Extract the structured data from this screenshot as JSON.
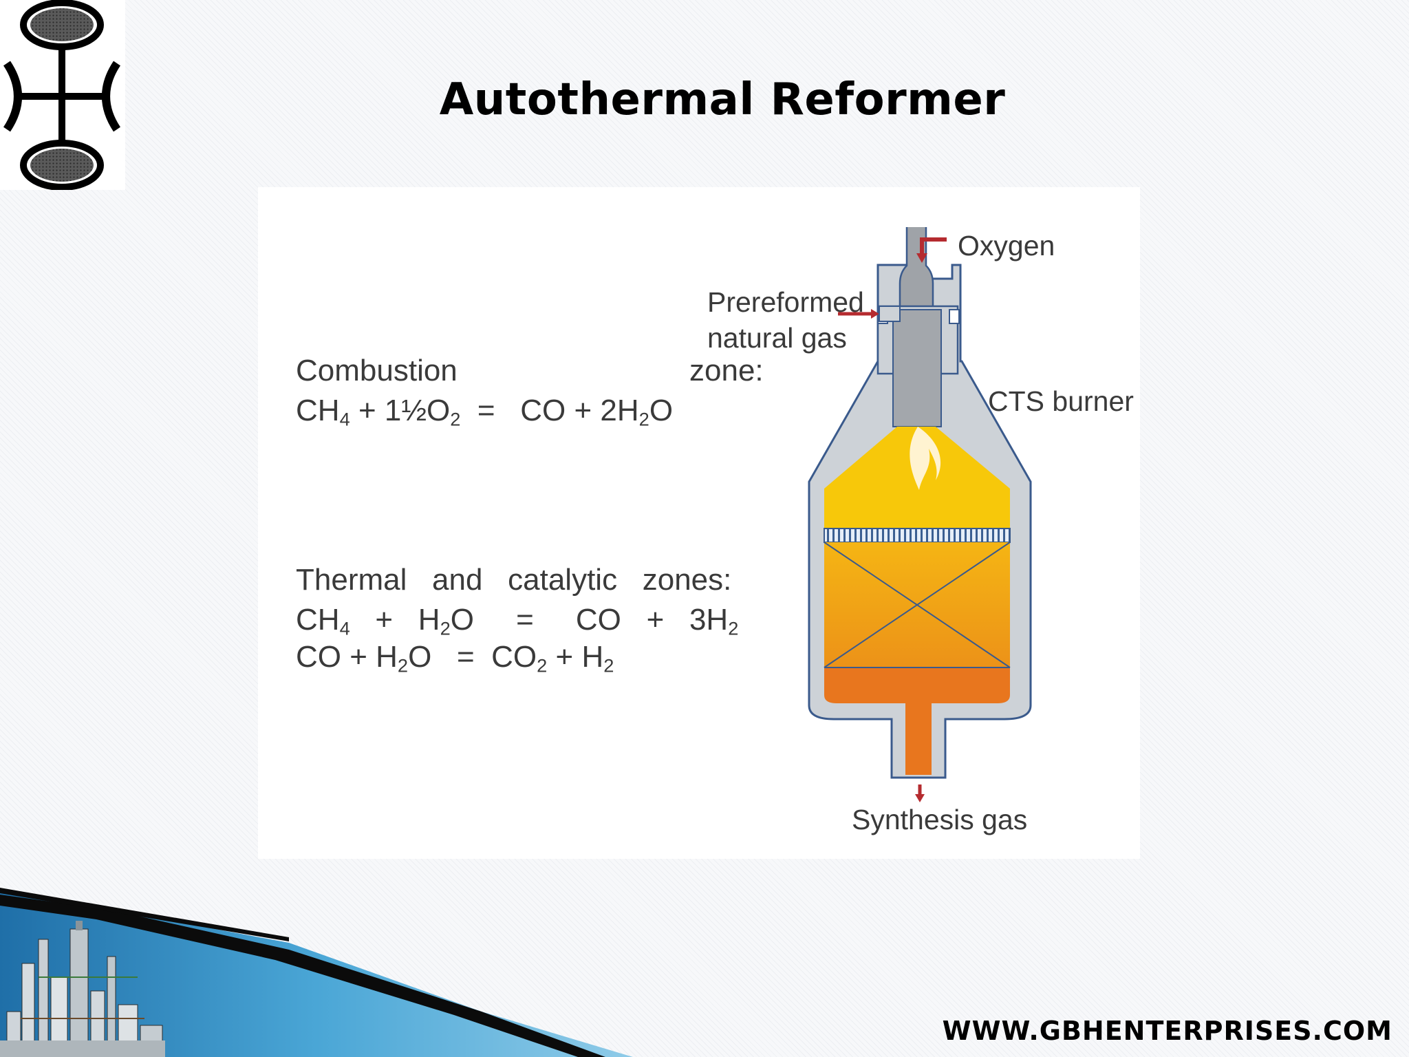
{
  "slide": {
    "title": "Autothermal Reformer",
    "footer_url": "WWW.GBHENTERPRISES.COM"
  },
  "equations": {
    "combustion_header_left": "Combustion",
    "combustion_header_right": "zone:",
    "combustion_reaction": {
      "ch4": "CH",
      "ch4_sub": "4",
      "plus_o2": " + 1½O",
      "o2_sub": "2",
      "equals_co": "  =   CO + 2H",
      "h2o_mid": "2",
      "h2o_end": "O"
    },
    "thermal_header": "Thermal   and   catalytic   zones:",
    "reaction_1": {
      "ch4": "CH",
      "ch4_sub": "4",
      "plus_h": "   +   H",
      "h_sub": "2",
      "o_equals": "O     =     CO   +   3H",
      "h2_sub": "2"
    },
    "reaction_2": {
      "co_plus_h": "CO + H",
      "h_sub": "2",
      "o_equals": "O   =  CO",
      "co2_sub": "2",
      "plus_h": " + H",
      "h2_sub": "2"
    }
  },
  "diagram": {
    "labels": {
      "oxygen": "Oxygen",
      "preformed_1": "Prereformed",
      "preformed_2": "natural gas",
      "burner": "CTS burner",
      "outlet": "Synthesis gas"
    },
    "colors": {
      "combustion_zone": "#f7c80a",
      "catalytic_bed": "#f0a614",
      "bottom_zone": "#e8761e",
      "shell": "#c7cbd0",
      "arrow": "#b52b2f"
    }
  },
  "branding": {
    "icons": [
      "company-logo-icon",
      "refinery-skyline-icon"
    ]
  }
}
